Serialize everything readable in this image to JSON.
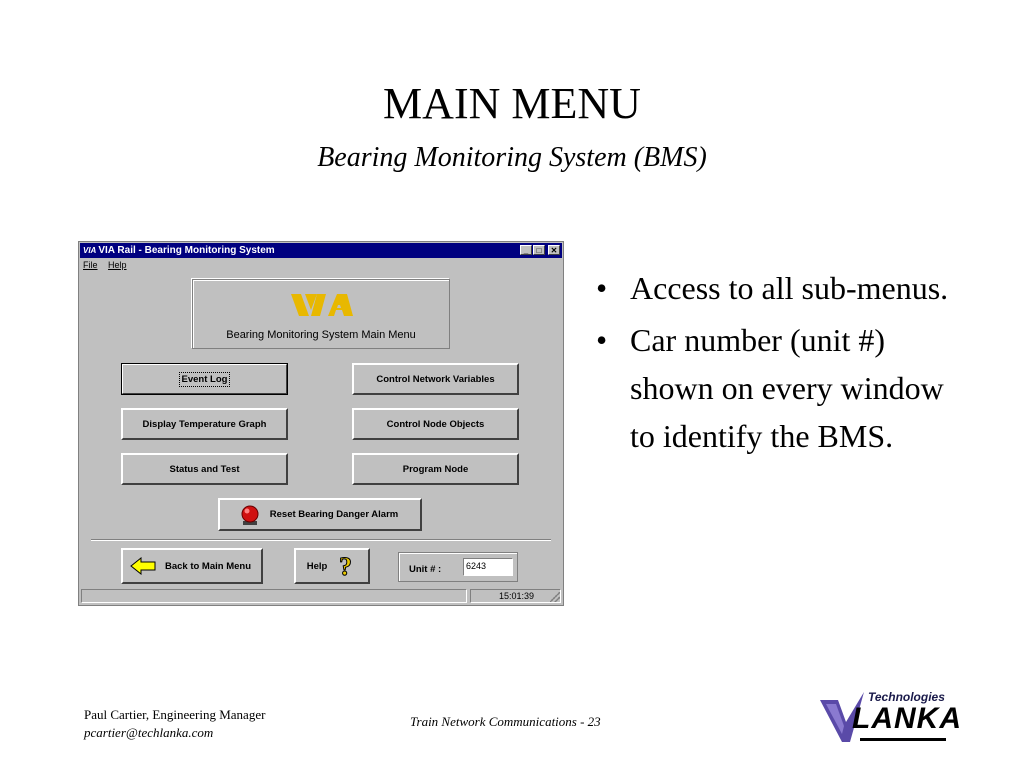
{
  "slide": {
    "title": "MAIN MENU",
    "subtitle": "Bearing Monitoring System (BMS)",
    "bullets": [
      "Access to all sub-menus.",
      "Car number (unit #) shown on every window to identify the BMS."
    ],
    "bullet_char": "•"
  },
  "footer": {
    "author": "Paul Cartier, Engineering Manager",
    "email": "pcartier@techlanka.com",
    "center": "Train Network Communications - 23"
  },
  "logo": {
    "top": "Technologies",
    "main": "LANKA",
    "accent": "#5a4aa8"
  },
  "window": {
    "title_logo": "VIA",
    "title": "VIA Rail - Bearing Monitoring System",
    "controls": [
      "_",
      "□",
      "✕"
    ],
    "menu": {
      "file": "File",
      "help": "Help"
    },
    "header_text": "Bearing Monitoring System Main Menu",
    "brand_mark": "VIA",
    "brand_color": "#e8b800",
    "buttons": {
      "event_log": "Event Log",
      "control_network_variables": "Control Network Variables",
      "display_temperature_graph": "Display Temperature Graph",
      "control_node_objects": "Control Node Objects",
      "status_and_test": "Status and Test",
      "program_node": "Program Node",
      "reset_alarm": "Reset Bearing Danger Alarm",
      "back_to_main": "Back to Main Menu",
      "help": "Help"
    },
    "unit_label": "Unit # :",
    "unit_value": "6243",
    "status_time": "15:01:39"
  }
}
